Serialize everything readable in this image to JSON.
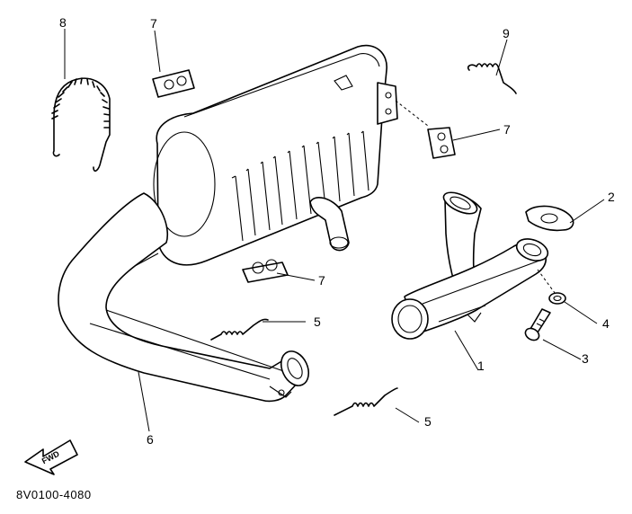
{
  "callouts": {
    "c1": "1",
    "c2": "2",
    "c3": "3",
    "c4": "4",
    "c5a": "5",
    "c5b": "5",
    "c6": "6",
    "c7a": "7",
    "c7b": "7",
    "c7c": "7",
    "c8": "8",
    "c9": "9"
  },
  "fwd_label": "FWD",
  "drawing_code": "8V0100-4080",
  "icons": [
    "muffler-icon",
    "exhaust-pipe-icon",
    "spring-icon",
    "gasket-icon",
    "bolt-icon",
    "washer-icon",
    "bracket-icon",
    "fwd-arrow-icon"
  ]
}
